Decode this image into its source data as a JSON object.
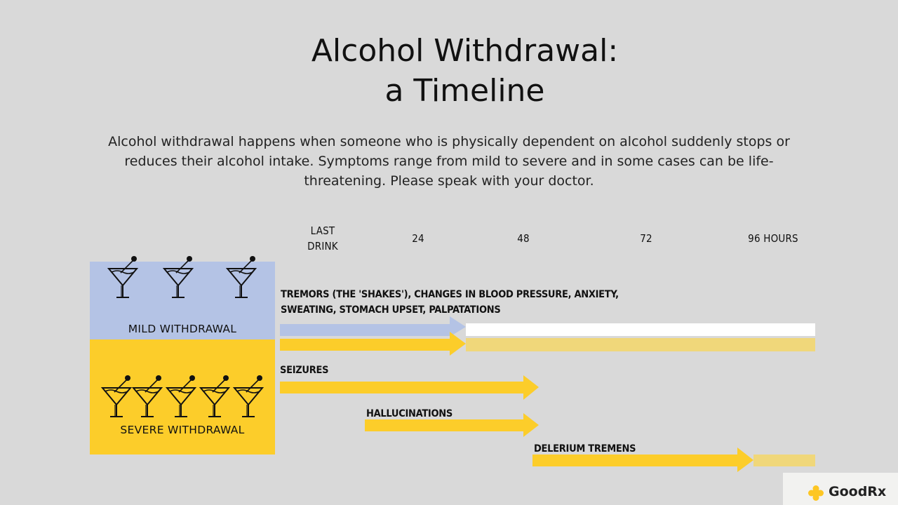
{
  "title": {
    "line1": "Alcohol Withdrawal:",
    "line2": "a Timeline"
  },
  "intro": "Alcohol withdrawal happens when someone who is physically dependent on alcohol suddenly stops or reduces their alcohol intake. Symptoms range from mild to severe and in some cases can be life-threatening. Please speak with your doctor.",
  "timeline_headers": {
    "last_drink_line1": "LAST",
    "last_drink_line2": "DRINK",
    "h24": "24",
    "h48": "48",
    "h72": "72",
    "h96": "96 HOURS"
  },
  "panels": {
    "mild_label": "MILD WITHDRAWAL",
    "severe_label": "SEVERE WITHDRAWAL",
    "mild_glass_count": 3,
    "severe_glass_count": 5
  },
  "symptoms": {
    "mild_line1": "TREMORS (THE 'SHAKES'), CHANGES IN BLOOD PRESSURE, ANXIETY,",
    "mild_line2": "SWEATING, STOMACH UPSET, PALPATATIONS",
    "seizures": "SEIZURES",
    "hallucinations": "HALLUCINATIONS",
    "delerium": "DELERIUM TREMENS"
  },
  "colors": {
    "background": "#d9d9d9",
    "mild": "#b4c3e5",
    "severe": "#fccd2a",
    "severe_faded": "#f0d77a",
    "white": "#ffffff",
    "logo_icon": "#fdc623"
  },
  "logo": {
    "text": "GoodRx",
    "icon": "plus-cross-icon"
  }
}
